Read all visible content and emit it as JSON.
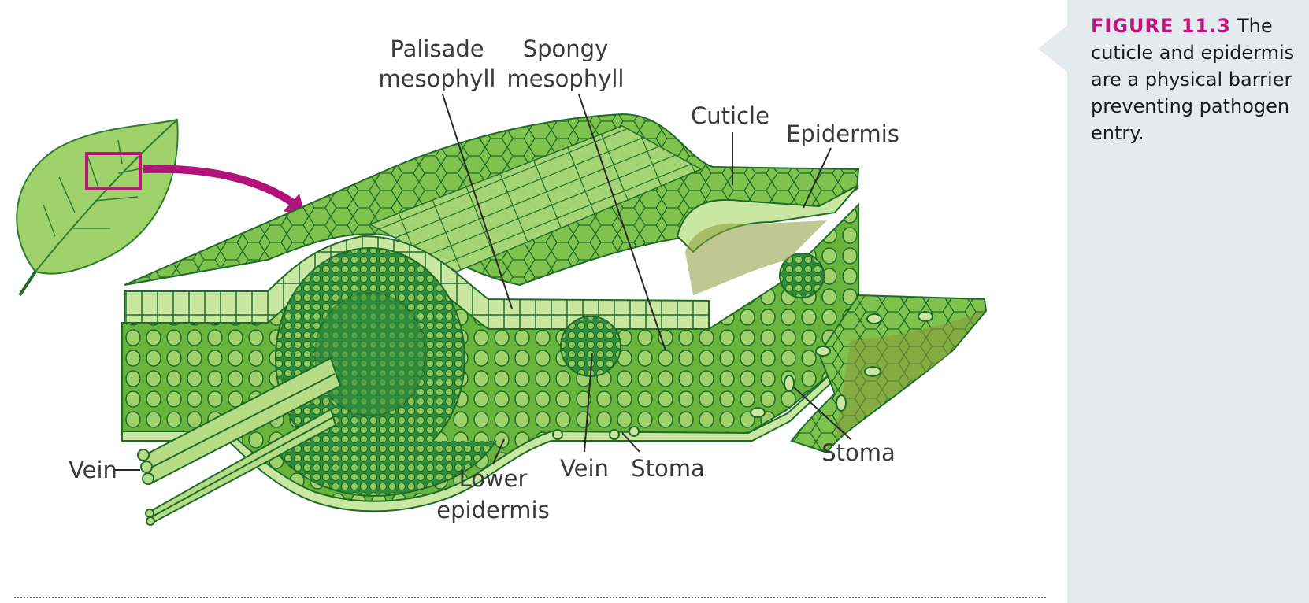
{
  "caption": {
    "figure_label": "FIGURE 11.3",
    "text": "The cuticle and epidermis are a physical barrier preventing pathogen entry."
  },
  "labels": {
    "palisade_line1": "Palisade",
    "palisade_line2": "mesophyll",
    "spongy_line1": "Spongy",
    "spongy_line2": "mesophyll",
    "cuticle": "Cuticle",
    "epidermis": "Epidermis",
    "vein_left": "Vein",
    "lower_epidermis_line1": "Lower",
    "lower_epidermis_line2": "epidermis",
    "vein_center": "Vein",
    "stoma_center": "Stoma",
    "stoma_right": "Stoma"
  },
  "colors": {
    "leaf_light": "#b6dc86",
    "leaf_mid": "#7fc24d",
    "leaf_dark": "#2f7d32",
    "outline": "#1e6b2a",
    "highlight_box": "#c0157f",
    "arrow": "#b0137a",
    "side_panel": "#e3ebef"
  }
}
